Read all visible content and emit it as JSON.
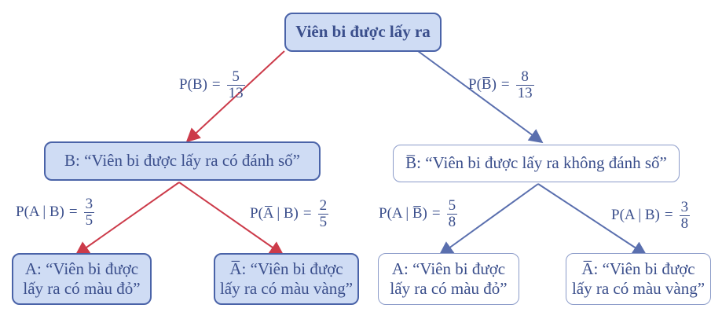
{
  "nodes": {
    "root": "Viên bi được lấy ra",
    "b": "B: “Viên bi được lấy ra có đánh số”",
    "not_b": "B̅: “Viên bi được lấy ra không đánh số”",
    "a_given_b": {
      "line1": "A: “Viên bi được",
      "line2": "lấy ra có màu đỏ”"
    },
    "not_a_given_b": {
      "line1": "A̅: “Viên bi được",
      "line2": "lấy ra có màu vàng”"
    },
    "a_given_not_b": {
      "line1": "A: “Viên bi được",
      "line2": "lấy ra có màu đỏ”"
    },
    "not_a_given_not_b": {
      "line1": "A̅: “Viên bi được",
      "line2": "lấy ra có màu vàng”"
    }
  },
  "edges": {
    "p_b": {
      "expr": "P(B)",
      "eq": "=",
      "num": "5",
      "den": "13"
    },
    "p_not_b": {
      "expr": "P(B̅)",
      "eq": "=",
      "num": "8",
      "den": "13"
    },
    "p_a_given_b": {
      "expr": "P(A | B)",
      "eq": "=",
      "num": "3",
      "den": "5"
    },
    "p_not_a_given_b": {
      "expr": "P(A̅ | B)",
      "eq": "=",
      "num": "2",
      "den": "5"
    },
    "p_a_given_not_b": {
      "expr": "P(A | B̅)",
      "eq": "=",
      "num": "5",
      "den": "8"
    },
    "p_not_a_given_not_b": {
      "expr": "P(A | B)",
      "eq": "=",
      "num": "3",
      "den": "8"
    }
  },
  "colors": {
    "red_edge": "#cc3b4a",
    "blue_edge": "#5a6fae",
    "node_fill": "#cfdcf4"
  }
}
